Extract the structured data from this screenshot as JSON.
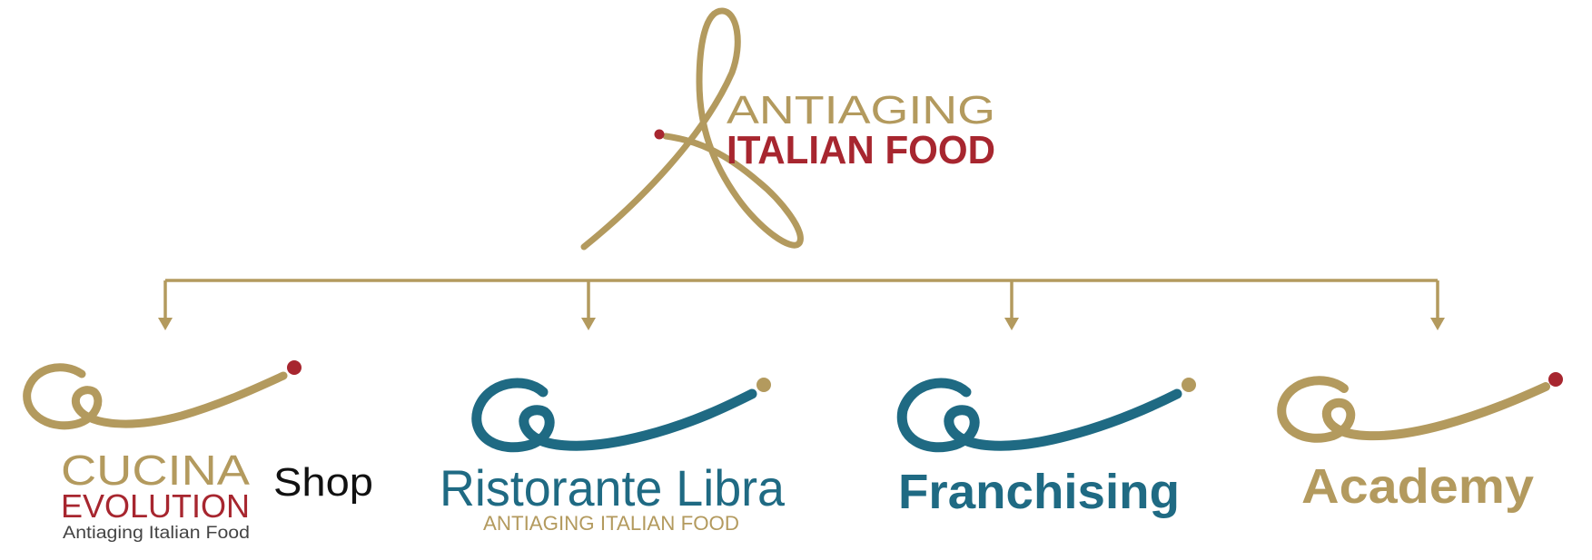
{
  "colors": {
    "gold": "#b39a5e",
    "red": "#a7262f",
    "teal": "#1f6a83",
    "black": "#111111",
    "grey": "#444444"
  },
  "root": {
    "line1": "ANTIAGING",
    "line2": "ITALIAN FOOD"
  },
  "children": [
    {
      "brand_line1": "CUCINA",
      "brand_line2": "EVOLUTION",
      "tagline": "Antiaging Italian Food",
      "suffix": "Shop"
    },
    {
      "brand": "Ristorante Libra",
      "tagline": "ANTIAGING ITALIAN FOOD"
    },
    {
      "brand": "Franchising"
    },
    {
      "brand": "Academy"
    }
  ]
}
